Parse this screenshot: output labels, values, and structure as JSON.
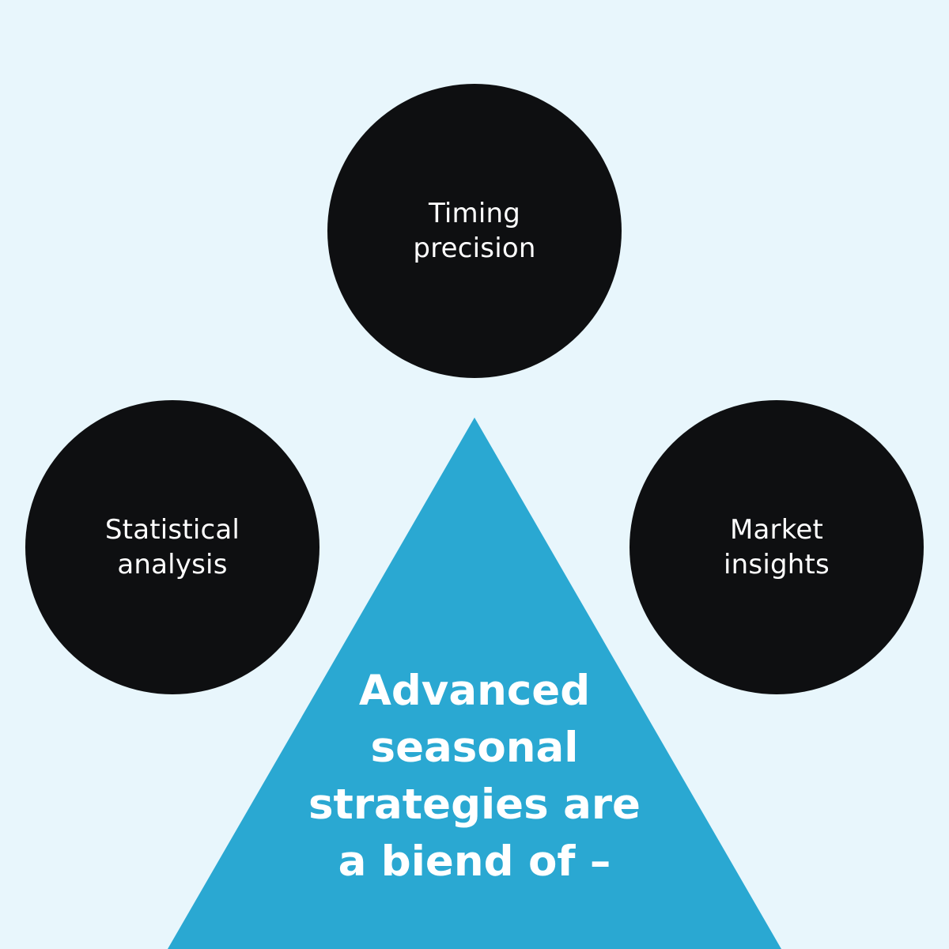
{
  "colors": {
    "background": "#e8f6fc",
    "circle_fill": "#0e0f11",
    "triangle_fill": "#2aa8d2",
    "text": "#ffffff"
  },
  "circles": {
    "top": {
      "label": "Timing\nprecision"
    },
    "left": {
      "label": "Statistical\nanalysis"
    },
    "right": {
      "label": "Market\ninsights"
    }
  },
  "triangle": {
    "label": "Advanced\nseasonal\nstrategies are\na biend of –"
  }
}
